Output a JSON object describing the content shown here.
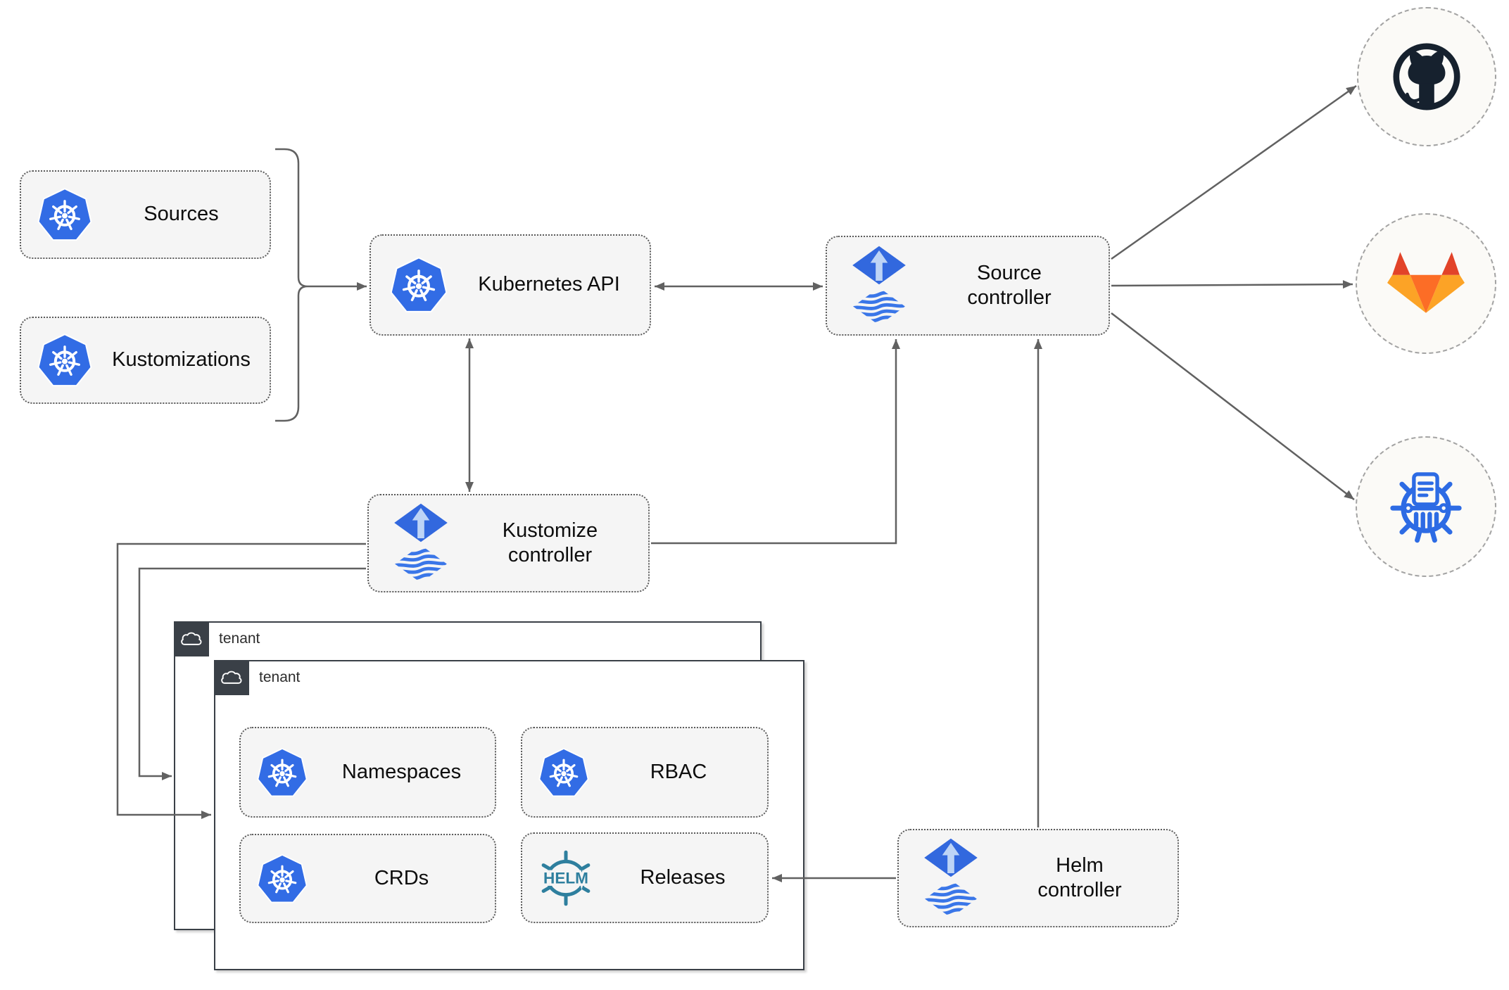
{
  "nodes": {
    "sources": {
      "label": "Sources",
      "icon": "kubernetes-icon"
    },
    "kustomizations": {
      "label": "Kustomizations",
      "icon": "kubernetes-icon"
    },
    "kubernetes_api": {
      "label": "Kubernetes API",
      "icon": "kubernetes-icon"
    },
    "source_controller": {
      "label": "Source controller",
      "icon": "flux-icon"
    },
    "kustomize_controller": {
      "label": "Kustomize controller",
      "icon": "flux-icon"
    },
    "helm_controller": {
      "label": "Helm controller",
      "icon": "flux-icon"
    },
    "tenant_back": {
      "label": "tenant",
      "icon": "cloud-icon"
    },
    "tenant_front": {
      "label": "tenant",
      "icon": "cloud-icon"
    },
    "namespaces": {
      "label": "Namespaces",
      "icon": "kubernetes-icon"
    },
    "rbac": {
      "label": "RBAC",
      "icon": "kubernetes-icon"
    },
    "crds": {
      "label": "CRDs",
      "icon": "kubernetes-icon"
    },
    "releases": {
      "label": "Releases",
      "icon": "helm-wheel-icon",
      "icon_text": "HELM"
    }
  },
  "external": {
    "github": {
      "icon": "github-icon"
    },
    "gitlab": {
      "icon": "gitlab-icon"
    },
    "chartmuseum": {
      "icon": "chartmuseum-icon"
    }
  },
  "colors": {
    "kubernetes_blue": "#326ce5",
    "flux_diamond_blue": "#3268de",
    "flux_arrow_light": "#bdd4f6",
    "flux_stripe_blue": "#3a76e8",
    "helm_teal": "#2e7f9e",
    "chartmuseum_blue": "#2d6be4",
    "github_dark": "#16212e",
    "gitlab_red": "#e24329",
    "gitlab_orange": "#fc6d26",
    "gitlab_yellow": "#fca326",
    "line_gray": "#616161",
    "node_fill": "#f5f5f5",
    "tenant_border": "#3a4047"
  }
}
